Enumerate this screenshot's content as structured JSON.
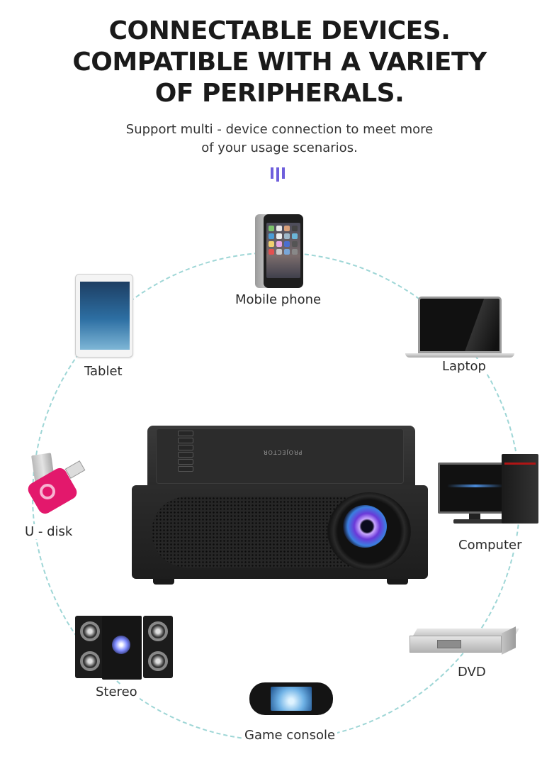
{
  "header": {
    "headline_lines": [
      "CONNECTABLE DEVICES.",
      "COMPATIBLE WITH A VARIETY",
      "OF PERIPHERALS."
    ],
    "subline_lines": [
      "Support multi - device connection to meet more",
      "of your usage scenarios."
    ],
    "accent_icon": "three-bars-icon",
    "accent_color": "#6f5fdc"
  },
  "diagram": {
    "ring_color": "#9ed6d6",
    "center_device": {
      "name": "projector",
      "top_label": "PROJECTOR"
    },
    "devices": [
      {
        "id": "mobile-phone",
        "label": "Mobile phone",
        "icon": "smartphone-icon"
      },
      {
        "id": "tablet",
        "label": "Tablet",
        "icon": "tablet-icon"
      },
      {
        "id": "laptop",
        "label": "Laptop",
        "icon": "laptop-icon"
      },
      {
        "id": "u-disk",
        "label": "U - disk",
        "icon": "usb-drive-icon"
      },
      {
        "id": "computer",
        "label": "Computer",
        "icon": "desktop-computer-icon"
      },
      {
        "id": "stereo",
        "label": "Stereo",
        "icon": "speaker-system-icon"
      },
      {
        "id": "dvd",
        "label": "DVD",
        "icon": "dvd-player-icon"
      },
      {
        "id": "game-console",
        "label": "Game console",
        "icon": "handheld-console-icon"
      }
    ]
  }
}
